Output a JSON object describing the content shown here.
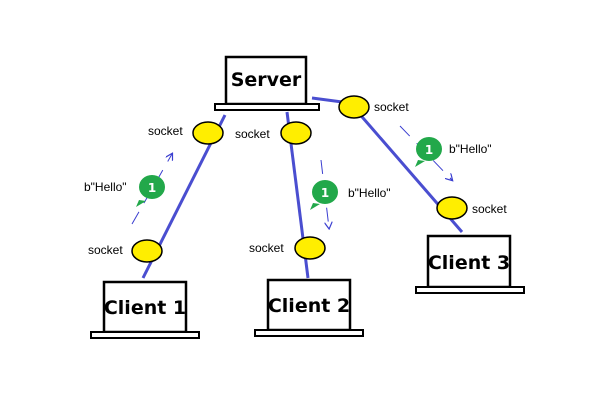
{
  "colors": {
    "connection": "#4a4ed0",
    "socket_fill": "#ffee00",
    "socket_stroke": "#000000",
    "badge": "#22a84a",
    "arrow": "#3a3ed0"
  },
  "server": {
    "label": "Server"
  },
  "clients": [
    {
      "label": "Client 1"
    },
    {
      "label": "Client 2"
    },
    {
      "label": "Client 3"
    }
  ],
  "socket_label": "socket",
  "messages": [
    {
      "badge": "1",
      "text": "b\"Hello\""
    },
    {
      "badge": "1",
      "text": "b\"Hello\""
    },
    {
      "badge": "1",
      "text": "b\"Hello\""
    }
  ]
}
